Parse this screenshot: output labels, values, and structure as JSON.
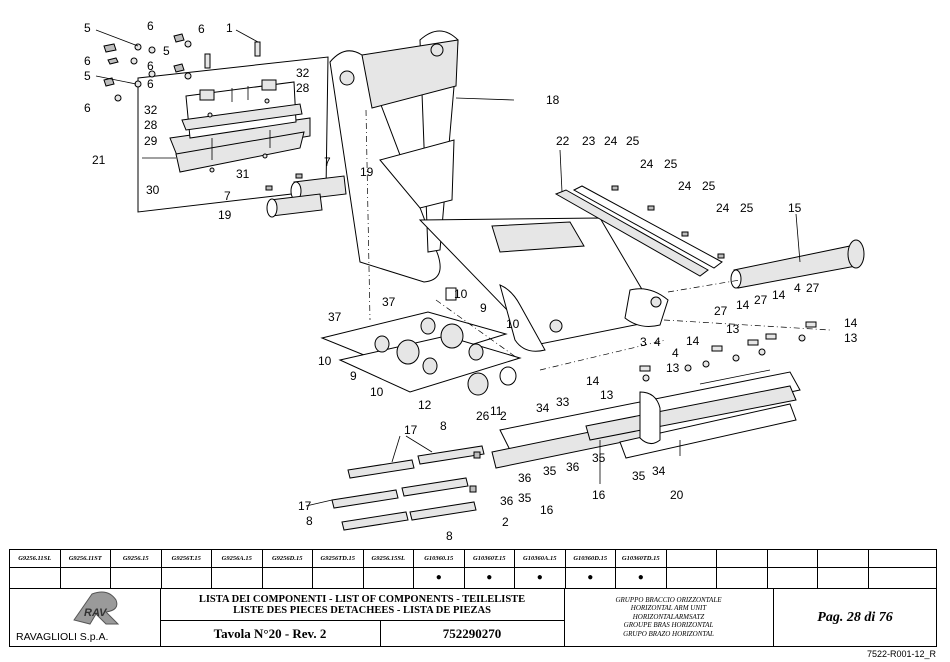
{
  "callouts": {
    "c1": "1",
    "c2": "2",
    "c3": "3",
    "c4": "4",
    "c5": "5",
    "c6": "6",
    "c7": "7",
    "c8": "8",
    "c9": "9",
    "c10": "10",
    "c11": "11",
    "c12": "12",
    "c13": "13",
    "c14": "14",
    "c15": "15",
    "c16": "16",
    "c17": "17",
    "c18": "18",
    "c19": "19",
    "c20": "20",
    "c21": "21",
    "c22": "22",
    "c23": "23",
    "c24": "24",
    "c25": "25",
    "c26": "26",
    "c27": "27",
    "c28": "28",
    "c29": "29",
    "c30": "30",
    "c31": "31",
    "c32": "32",
    "c33": "33",
    "c34": "34",
    "c35": "35",
    "c36": "36",
    "c37": "37"
  },
  "models": [
    {
      "code": "G9256.11SL",
      "mark": ""
    },
    {
      "code": "G9256.11ST",
      "mark": ""
    },
    {
      "code": "G9256.15",
      "mark": ""
    },
    {
      "code": "G9256T.15",
      "mark": ""
    },
    {
      "code": "G9256A.15",
      "mark": ""
    },
    {
      "code": "G9256D.15",
      "mark": ""
    },
    {
      "code": "G9256TD.15",
      "mark": ""
    },
    {
      "code": "G9256.15SL",
      "mark": ""
    },
    {
      "code": "G10360.15",
      "mark": "●"
    },
    {
      "code": "G10360T.15",
      "mark": "●"
    },
    {
      "code": "G10360A.15",
      "mark": "●"
    },
    {
      "code": "G10360D.15",
      "mark": "●"
    },
    {
      "code": "G10360TD.15",
      "mark": "●"
    },
    {
      "code": "",
      "mark": ""
    },
    {
      "code": "",
      "mark": ""
    },
    {
      "code": "",
      "mark": ""
    },
    {
      "code": "",
      "mark": ""
    },
    {
      "code": "",
      "mark": ""
    }
  ],
  "titleblock": {
    "company": "RAVAGLIOLI S.p.A.",
    "logo_text": "RAV",
    "list_title_1": "LISTA DEI COMPONENTI - LIST OF COMPONENTS - TEILELISTE",
    "list_title_2": "LISTE DES PIECES DETACHEES - LISTA DE PIEZAS",
    "table_label": "Tavola N°20 - Rev. 2",
    "part_number": "752290270",
    "group_it": "GRUPPO BRACCIO ORIZZONTALE",
    "group_en": "HORIZONTAL ARM UNIT",
    "group_de": "HORIZONTALARMSATZ",
    "group_fr": "GROUPE BRAS HORIZONTAL",
    "group_es": "GRUPO BRAZO HORIZONTAL",
    "page": "Pag. 28 di 76"
  },
  "doc_ref": "7522-R001-12_R"
}
